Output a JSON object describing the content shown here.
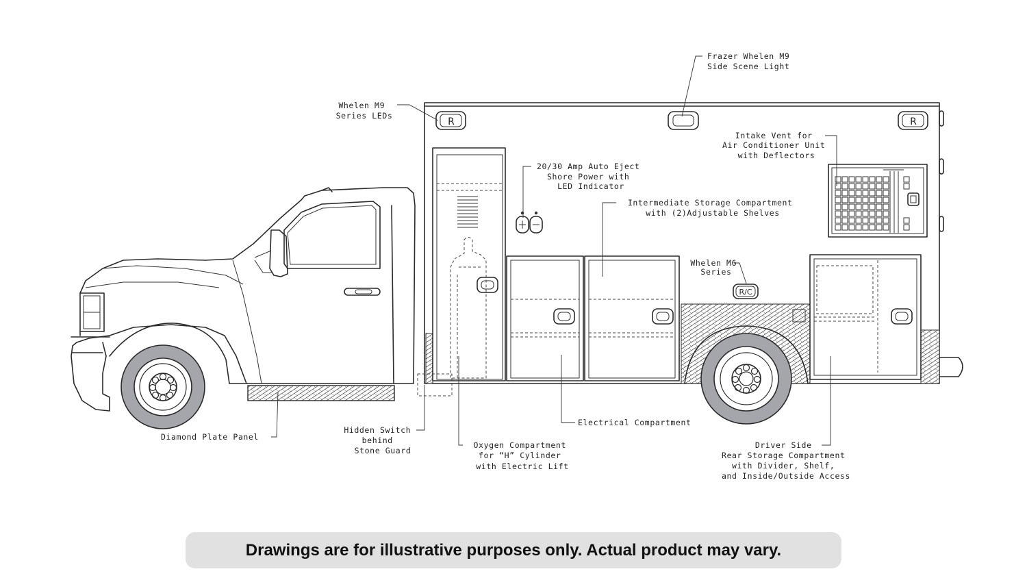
{
  "callouts": {
    "scene_light": [
      "Frazer Whelen M9",
      "Side Scene Light"
    ],
    "m9_leds": [
      "Whelen M9",
      "Series LEDs"
    ],
    "intake_vent": [
      "Intake Vent for",
      "Air Conditioner Unit",
      "with Deflectors"
    ],
    "shore_power": [
      "20/30 Amp Auto Eject",
      "Shore Power with",
      "LED Indicator"
    ],
    "intermediate_storage": [
      "Intermediate Storage Compartment",
      "with (2)Adjustable Shelves"
    ],
    "m6_series": [
      "Whelen M6",
      "Series"
    ],
    "diamond_plate": [
      "Diamond Plate Panel"
    ],
    "hidden_switch": [
      "Hidden Switch",
      "behind",
      "Stone Guard"
    ],
    "oxygen": [
      "Oxygen Compartment",
      "for “H” Cylinder",
      "with Electric Lift"
    ],
    "electrical": [
      "Electrical Compartment"
    ],
    "rear_storage": [
      "Driver Side",
      "Rear Storage Compartment",
      "with Divider, Shelf,",
      "and Inside/Outside Access"
    ]
  },
  "light_labels": {
    "front_light": "R",
    "rear_light": "R",
    "m6_light": "R/C"
  },
  "disclaimer": "Drawings are for illustrative purposes only. Actual product may vary.",
  "colors": {
    "tire": "#a4a6ab",
    "line": "#2a2a2a",
    "disclaimer_bg": "#e1e1e1"
  }
}
